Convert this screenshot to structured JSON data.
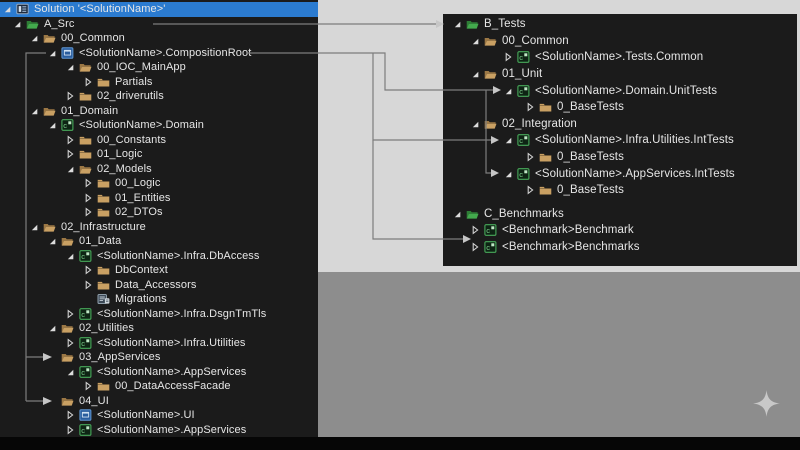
{
  "colors": {
    "selection_blue": "#2b7bd0",
    "panel_background": "#1b1b1b",
    "folder_tan": "#c9a063",
    "folder_green": "#43a84d",
    "project_green": "#48a95a",
    "project_blue": "#2a5d9e",
    "connector_gray": "#7d7d7d"
  },
  "left_panel": {
    "rows": [
      {
        "label": "Solution '<SolutionName>'",
        "level": 0,
        "icon": "solution",
        "expander": "open",
        "selected": true
      },
      {
        "label": "A_Src",
        "level": 1,
        "icon": "folder-open-green",
        "expander": "open"
      },
      {
        "label": "00_Common",
        "level": 2,
        "icon": "folder-open",
        "expander": "open"
      },
      {
        "label": "<SolutionName>.CompositionRoot",
        "level": 3,
        "icon": "project-blue",
        "expander": "open"
      },
      {
        "label": "00_IOC_MainApp",
        "level": 4,
        "icon": "folder-open",
        "expander": "open"
      },
      {
        "label": "Partials",
        "level": 5,
        "icon": "folder-closed",
        "expander": "closed"
      },
      {
        "label": "02_driverutils",
        "level": 4,
        "icon": "folder-closed",
        "expander": "closed"
      },
      {
        "label": "01_Domain",
        "level": 2,
        "icon": "folder-open",
        "expander": "open"
      },
      {
        "label": "<SolutionName>.Domain",
        "level": 3,
        "icon": "project-green",
        "expander": "open"
      },
      {
        "label": "00_Constants",
        "level": 4,
        "icon": "folder-closed",
        "expander": "closed"
      },
      {
        "label": "01_Logic",
        "level": 4,
        "icon": "folder-closed",
        "expander": "closed"
      },
      {
        "label": "02_Models",
        "level": 4,
        "icon": "folder-open",
        "expander": "open"
      },
      {
        "label": "00_Logic",
        "level": 5,
        "icon": "folder-closed",
        "expander": "closed"
      },
      {
        "label": "01_Entities",
        "level": 5,
        "icon": "folder-closed",
        "expander": "closed"
      },
      {
        "label": "02_DTOs",
        "level": 5,
        "icon": "folder-closed",
        "expander": "closed"
      },
      {
        "label": "02_Infrastructure",
        "level": 2,
        "icon": "folder-open",
        "expander": "open"
      },
      {
        "label": "01_Data",
        "level": 3,
        "icon": "folder-open",
        "expander": "open"
      },
      {
        "label": "<SolutionName>.Infra.DbAccess",
        "level": 4,
        "icon": "project-green",
        "expander": "open"
      },
      {
        "label": "DbContext",
        "level": 5,
        "icon": "folder-closed",
        "expander": "closed"
      },
      {
        "label": "Data_Accessors",
        "level": 5,
        "icon": "folder-closed",
        "expander": "closed"
      },
      {
        "label": "Migrations",
        "level": 5,
        "icon": "migrations",
        "expander": "none"
      },
      {
        "label": "<SolutionName>.Infra.DsgnTmTls",
        "level": 4,
        "icon": "project-green",
        "expander": "closed"
      },
      {
        "label": "02_Utilities",
        "level": 3,
        "icon": "folder-open",
        "expander": "open"
      },
      {
        "label": "<SolutionName>.Infra.Utilities",
        "level": 4,
        "icon": "project-green",
        "expander": "closed"
      },
      {
        "label": "03_AppServices",
        "level": 3,
        "icon": "folder-open",
        "expander": "none"
      },
      {
        "label": "<SolutionName>.AppServices",
        "level": 4,
        "icon": "project-green",
        "expander": "open"
      },
      {
        "label": "00_DataAccessFacade",
        "level": 5,
        "icon": "folder-closed",
        "expander": "closed"
      },
      {
        "label": "04_UI",
        "level": 3,
        "icon": "folder-open",
        "expander": "none"
      },
      {
        "label": "<SolutionName>.UI",
        "level": 4,
        "icon": "project-blue",
        "expander": "closed"
      },
      {
        "label": "<SolutionName>.AppServices",
        "level": 4,
        "icon": "project-green",
        "expander": "closed"
      }
    ]
  },
  "right_panel": {
    "rows": [
      {
        "label": "B_Tests",
        "level": 0,
        "icon": "folder-open-green",
        "expander": "open"
      },
      {
        "label": "00_Common",
        "level": 1,
        "icon": "folder-open",
        "expander": "open"
      },
      {
        "label": "<SolutionName>.Tests.Common",
        "level": 2,
        "icon": "project-green",
        "expander": "closed"
      },
      {
        "label": "01_Unit",
        "level": 1,
        "icon": "folder-open",
        "expander": "open"
      },
      {
        "label": "<SolutionName>.Domain.UnitTests",
        "level": 2,
        "icon": "project-green",
        "expander": "open"
      },
      {
        "label": "0_BaseTests",
        "level": 3,
        "icon": "folder-closed",
        "expander": "closed"
      },
      {
        "label": "02_Integration",
        "level": 1,
        "icon": "folder-open",
        "expander": "open"
      },
      {
        "label": "<SolutionName>.Infra.Utilities.IntTests",
        "level": 2,
        "icon": "project-green",
        "expander": "open"
      },
      {
        "label": "0_BaseTests",
        "level": 3,
        "icon": "folder-closed",
        "expander": "closed"
      },
      {
        "label": "<SolutionName>.AppServices.IntTests",
        "level": 2,
        "icon": "project-green",
        "expander": "open"
      },
      {
        "label": "0_BaseTests",
        "level": 3,
        "icon": "folder-closed",
        "expander": "closed"
      },
      {
        "label": "C_Benchmarks",
        "level": 0,
        "icon": "folder-open-green",
        "expander": "open",
        "gap_before": true
      },
      {
        "label": "<Benchmark>Benchmark",
        "level": 1,
        "icon": "project-green",
        "expander": "closed"
      },
      {
        "label": "<Benchmark>Benchmarks",
        "level": 1,
        "icon": "project-green",
        "expander": "closed"
      }
    ]
  }
}
